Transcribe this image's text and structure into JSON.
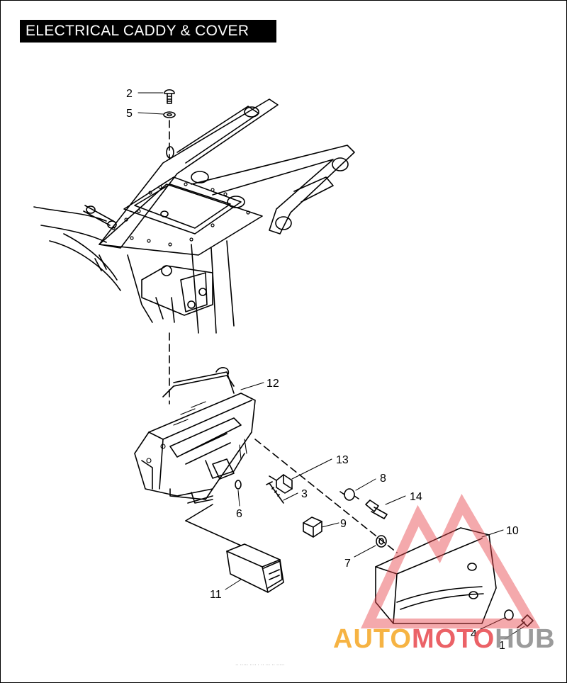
{
  "title": "ELECTRICAL CADDY & COVER",
  "callouts": [
    {
      "id": "c1",
      "label": "1"
    },
    {
      "id": "c2",
      "label": "2"
    },
    {
      "id": "c3",
      "label": "3"
    },
    {
      "id": "c4",
      "label": "4"
    },
    {
      "id": "c5",
      "label": "5"
    },
    {
      "id": "c6",
      "label": "6"
    },
    {
      "id": "c7",
      "label": "7"
    },
    {
      "id": "c8",
      "label": "8"
    },
    {
      "id": "c9",
      "label": "9"
    },
    {
      "id": "c10",
      "label": "10"
    },
    {
      "id": "c11",
      "label": "11"
    },
    {
      "id": "c12",
      "label": "12"
    },
    {
      "id": "c13",
      "label": "13"
    },
    {
      "id": "c14",
      "label": "14"
    }
  ],
  "watermark": {
    "part1": "AUTO",
    "part2": "MOTO",
    "part3": "HUB",
    "color_orange": "#f5a623",
    "color_red": "#e8474d",
    "color_gray": "#8a8a8a"
  },
  "footer_text": "·· ····· ···· · ·· ··· ·· ·····"
}
